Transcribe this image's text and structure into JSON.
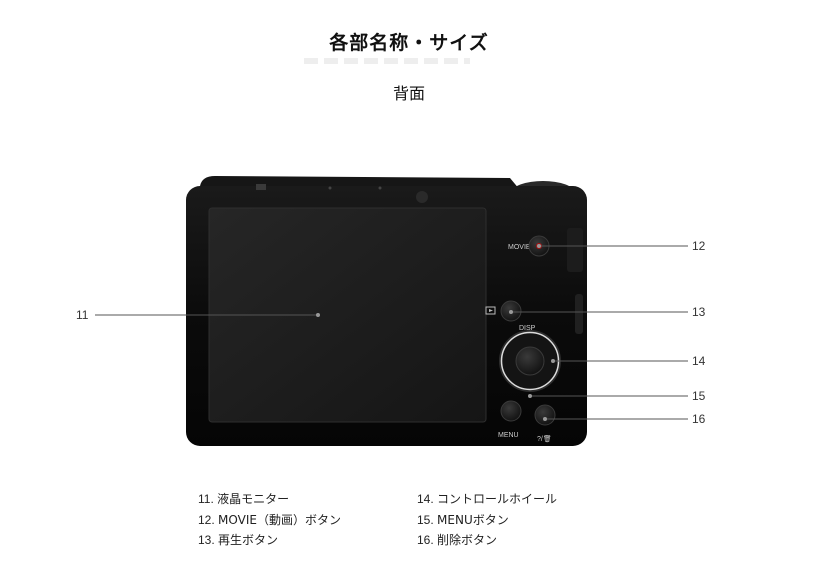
{
  "page": {
    "title": "各部名称・サイズ",
    "view_label": "背面"
  },
  "callouts": [
    {
      "number": "11"
    },
    {
      "number": "12"
    },
    {
      "number": "13"
    },
    {
      "number": "14"
    },
    {
      "number": "15"
    },
    {
      "number": "16"
    }
  ],
  "camera_labels": {
    "movie": "MOVIE",
    "disp": "DISP",
    "menu": "MENU"
  },
  "legend": {
    "left": [
      {
        "number": "11.",
        "label": "液晶モニター"
      },
      {
        "number": "12.",
        "label": "MOVIE（動画）ボタン"
      },
      {
        "number": "13.",
        "label": "再生ボタン"
      }
    ],
    "right": [
      {
        "number": "14.",
        "label": "コントロールホイール"
      },
      {
        "number": "15.",
        "label": "MENUボタン"
      },
      {
        "number": "16.",
        "label": "削除ボタン"
      }
    ]
  },
  "colors": {
    "camera_body": "#0d0d0d",
    "screen": "#1c1c1c",
    "leader_line": "#555555"
  }
}
